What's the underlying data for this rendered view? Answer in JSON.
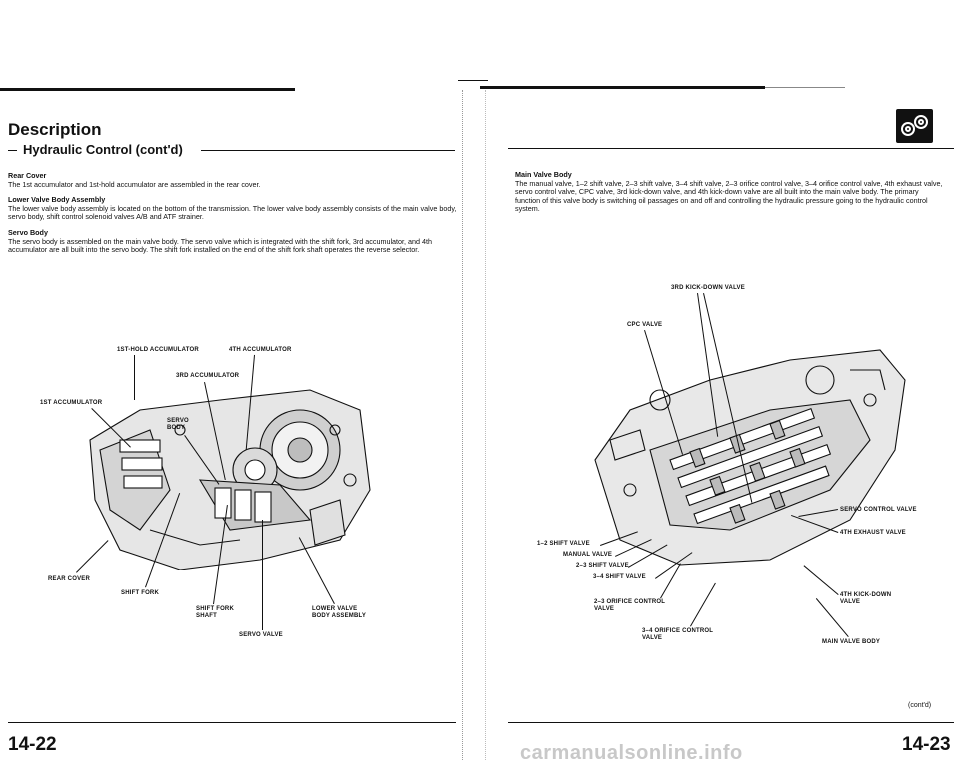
{
  "left": {
    "title": "Description",
    "subtitle": "Hydraulic Control (cont'd)",
    "sections": [
      {
        "heading": "Rear Cover",
        "body": "The 1st accumulator and 1st-hold accumulator are assembled in the rear cover."
      },
      {
        "heading": "Lower Valve Body Assembly",
        "body": "The lower valve body assembly is located on the bottom of the transmission. The lower valve body assembly consists of the main valve body, servo body, shift control solenoid valves A/B and ATF strainer."
      },
      {
        "heading": "Servo Body",
        "body": "The servo body is assembled on the main valve body. The servo valve which is integrated with the shift fork, 3rd accumulator, and 4th accumulator are all built into the servo body. The shift fork installed on the end of the shift fork shaft operates the reverse selector."
      }
    ],
    "labels": {
      "first_hold_accumulator": "1ST-HOLD ACCUMULATOR",
      "fourth_accumulator": "4TH ACCUMULATOR",
      "third_accumulator": "3RD ACCUMULATOR",
      "first_accumulator": "1ST ACCUMULATOR",
      "servo_body_1": "SERVO",
      "servo_body_2": "BODY",
      "rear_cover": "REAR COVER",
      "shift_fork": "SHIFT FORK",
      "shift_fork_shaft_1": "SHIFT FORK",
      "shift_fork_shaft_2": "SHAFT",
      "lower_valve_1": "LOWER VALVE",
      "lower_valve_2": "BODY ASSEMBLY",
      "servo_valve": "SERVO VALVE"
    },
    "page_number": "14-22"
  },
  "right": {
    "sections": [
      {
        "heading": "Main Valve Body",
        "body": "The manual valve, 1–2 shift valve, 2–3 shift valve, 3–4 shift valve, 2–3 orifice control valve, 3–4 orifice control valve, 4th exhaust valve, servo control valve, CPC valve, 3rd kick-down valve, and 4th kick-down valve are all built into the main valve body. The primary function of this valve body is switching oil passages on and off and controlling the hydraulic pressure going to the hydraulic control system."
      }
    ],
    "labels": {
      "third_kickdown": "3RD KICK-DOWN VALVE",
      "cpc_valve": "CPC VALVE",
      "servo_control": "SERVO CONTROL VALVE",
      "fourth_exhaust": "4TH EXHAUST VALVE",
      "shift_12": "1–2 SHIFT VALVE",
      "manual_valve": "MANUAL VALVE",
      "shift_23": "2–3 SHIFT VALVE",
      "shift_34": "3–4 SHIFT VALVE",
      "orifice_23_1": "2–3 ORIFICE CONTROL",
      "orifice_23_2": "VALVE",
      "fourth_kickdown_1": "4TH KICK-DOWN",
      "fourth_kickdown_2": "VALVE",
      "orifice_34_1": "3–4 ORIFICE CONTROL",
      "orifice_34_2": "VALVE",
      "main_valve_body": "MAIN VALVE BODY"
    },
    "contd": "(cont'd)",
    "page_number": "14-23"
  },
  "footer": {
    "watermark": "carmanualsonline.info"
  }
}
